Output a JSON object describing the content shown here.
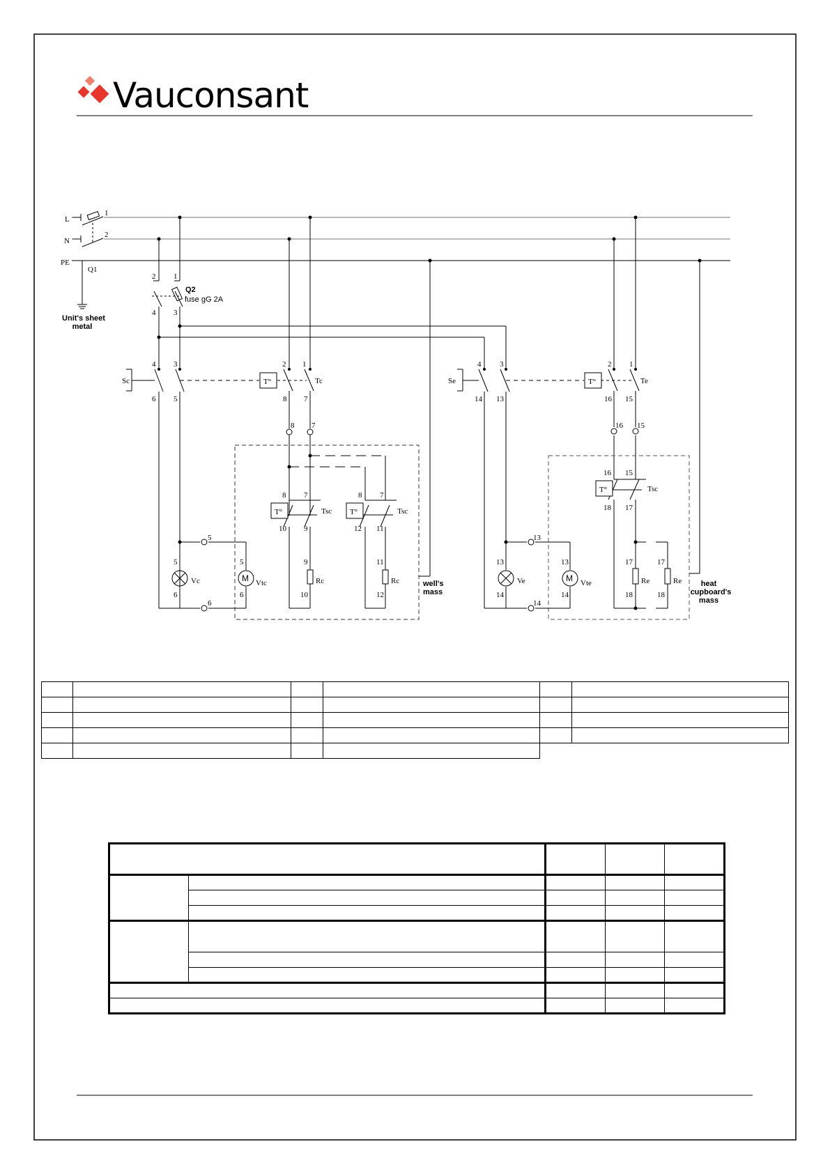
{
  "brand": {
    "name": "Vauconsant",
    "logo_colors": [
      "#e8362d",
      "#f08070"
    ]
  },
  "lines": {
    "live": "L",
    "neutral": "N",
    "earth": "PE"
  },
  "switch_q1": {
    "name": "Q1",
    "pole_1": "1",
    "pole_2": "2"
  },
  "sheet_earth": {
    "line1": "Unit's sheet",
    "line2": "metal"
  },
  "fuse_q2": {
    "name": "Q2",
    "rating": "fuse gG 2A",
    "t2": "2",
    "t1": "1",
    "t4": "4",
    "t3": "3"
  },
  "well": {
    "switch": {
      "name": "Sc",
      "t_in_a": "4",
      "t_in_b": "3",
      "t_out_a": "6",
      "t_out_b": "5"
    },
    "thermostat": {
      "box": "T°",
      "name": "Tc",
      "t_in_a": "2",
      "t_in_b": "1",
      "t_out_a": "8",
      "t_out_b": "7"
    },
    "conn_a": "8",
    "conn_b": "7",
    "safety1": {
      "box": "T°",
      "name": "Tsc",
      "t_in_a": "8",
      "t_in_b": "7",
      "t_out_a": "10",
      "t_out_b": "9"
    },
    "safety2": {
      "box": "T°",
      "name": "Tsc",
      "t_in_a": "8",
      "t_in_b": "7",
      "t_out_a": "12",
      "t_out_b": "11"
    },
    "lamp": {
      "name": "Vc",
      "t_top": "5",
      "t_bottom": "6"
    },
    "fan": {
      "symbol": "M",
      "name": "Vtc",
      "t_top": "5",
      "t_bottom": "6"
    },
    "conn_top": "5",
    "conn_bottom": "6",
    "res1": {
      "name": "Rc",
      "t_top": "9",
      "t_bottom": "10"
    },
    "res2": {
      "name": "Rc",
      "t_top": "11",
      "t_bottom": "12"
    },
    "mass": {
      "line1": "well's",
      "line2": "mass"
    }
  },
  "cupboard": {
    "switch": {
      "name": "Se",
      "t_in_a": "4",
      "t_in_b": "3",
      "t_out_a": "14",
      "t_out_b": "13"
    },
    "thermostat": {
      "box": "T°",
      "name": "Te",
      "t_in_a": "2",
      "t_in_b": "1",
      "t_out_a": "16",
      "t_out_b": "15"
    },
    "conn_a": "16",
    "conn_b": "15",
    "safety": {
      "box": "T°",
      "name": "Tsc",
      "t_in_a": "16",
      "t_in_b": "15",
      "t_out_a": "18",
      "t_out_b": "17"
    },
    "lamp": {
      "name": "Ve",
      "t_top": "13",
      "t_bottom": "14"
    },
    "fan": {
      "symbol": "M",
      "name": "Vte",
      "t_top": "13",
      "t_bottom": "14"
    },
    "conn_top": "13",
    "conn_bottom": "14",
    "res1": {
      "name": "Re",
      "t_top": "17",
      "t_bottom": "18"
    },
    "res2": {
      "name": "Re",
      "t_top": "17",
      "t_bottom": "18"
    },
    "mass": {
      "line1": "heat",
      "line2": "cupboard's",
      "line3": "mass"
    }
  }
}
